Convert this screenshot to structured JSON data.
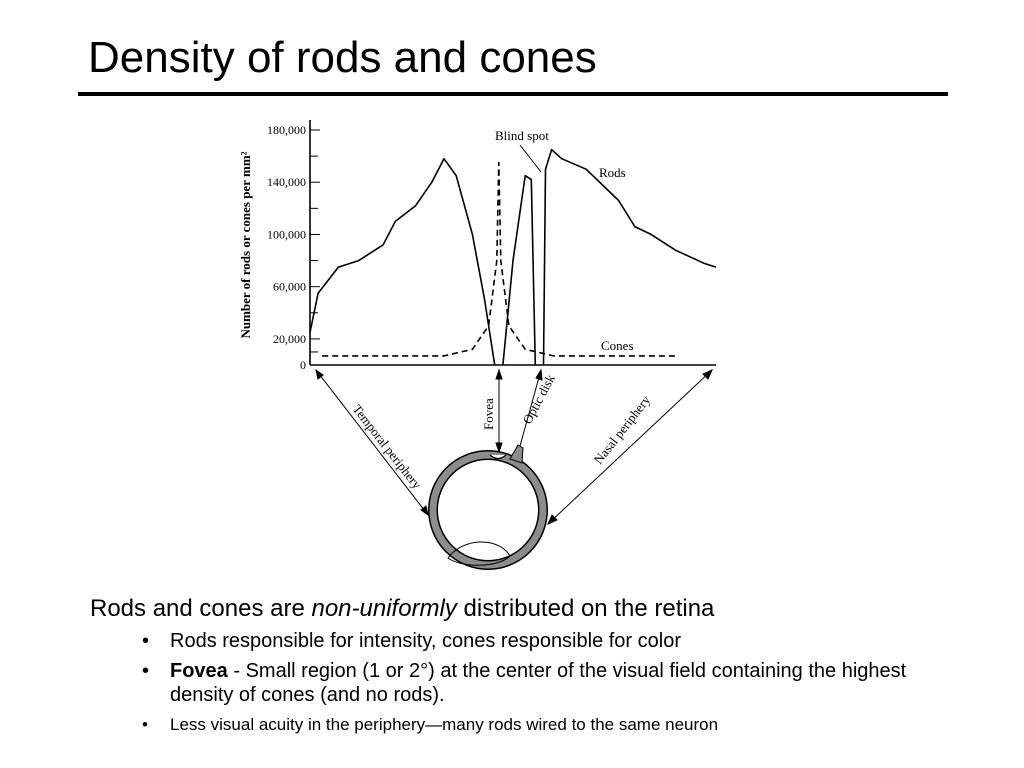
{
  "slide": {
    "title": "Density of rods and cones",
    "intro": {
      "text_before": "Rods and cones are ",
      "emphasis": "non-uniformly",
      "text_after": " distributed on the retina"
    },
    "bullets": [
      {
        "marker": "•",
        "text": "Rods responsible for intensity, cones responsible for color"
      },
      {
        "marker": "•",
        "bold": "Fovea",
        "text": " - Small region (1 or 2°) at the center of the visual field containing the highest density of cones (and no rods)."
      },
      {
        "marker": "•",
        "text": "Less visual acuity in the periphery—many rods wired to the same neuron"
      }
    ]
  },
  "chart_data": {
    "type": "line",
    "ylabel": "Number of rods or cones per mm²",
    "ylim": [
      0,
      180000
    ],
    "yticks": [
      "180,000",
      "140,000",
      "100,000",
      "60,000",
      "20,000",
      "0"
    ],
    "series": [
      {
        "name": "Rods",
        "style": "solid",
        "segments": [
          [
            [
              0,
              25000
            ],
            [
              0.02,
              55000
            ],
            [
              0.07,
              75000
            ],
            [
              0.12,
              80000
            ],
            [
              0.15,
              86000
            ],
            [
              0.18,
              92000
            ],
            [
              0.21,
              110000
            ],
            [
              0.26,
              122000
            ],
            [
              0.3,
              140000
            ],
            [
              0.33,
              158000
            ],
            [
              0.36,
              145000
            ],
            [
              0.4,
              100000
            ],
            [
              0.43,
              50000
            ],
            [
              0.455,
              0
            ]
          ],
          [
            [
              0.475,
              0
            ],
            [
              0.5,
              80000
            ],
            [
              0.53,
              145000
            ],
            [
              0.545,
              142000
            ],
            [
              0.555,
              0
            ]
          ],
          [
            [
              0.575,
              0
            ],
            [
              0.58,
              150000
            ],
            [
              0.595,
              165000
            ],
            [
              0.62,
              158000
            ],
            [
              0.68,
              150000
            ],
            [
              0.76,
              126000
            ],
            [
              0.8,
              106000
            ],
            [
              0.84,
              100000
            ],
            [
              0.9,
              88000
            ],
            [
              0.97,
              78000
            ],
            [
              1.0,
              75000
            ]
          ]
        ]
      },
      {
        "name": "Cones",
        "style": "dashed",
        "segments": [
          [
            [
              0.03,
              7000
            ],
            [
              0.33,
              7000
            ],
            [
              0.4,
              12000
            ],
            [
              0.44,
              30000
            ],
            [
              0.46,
              80000
            ],
            [
              0.465,
              155000
            ],
            [
              0.47,
              80000
            ],
            [
              0.49,
              30000
            ],
            [
              0.53,
              12000
            ],
            [
              0.6,
              7000
            ],
            [
              0.9,
              7000
            ]
          ]
        ]
      }
    ],
    "annotations": [
      "Blind spot",
      "Rods",
      "Cones",
      "Temporal periphery",
      "Fovea",
      "Optic disk",
      "Nasal periphery"
    ]
  }
}
